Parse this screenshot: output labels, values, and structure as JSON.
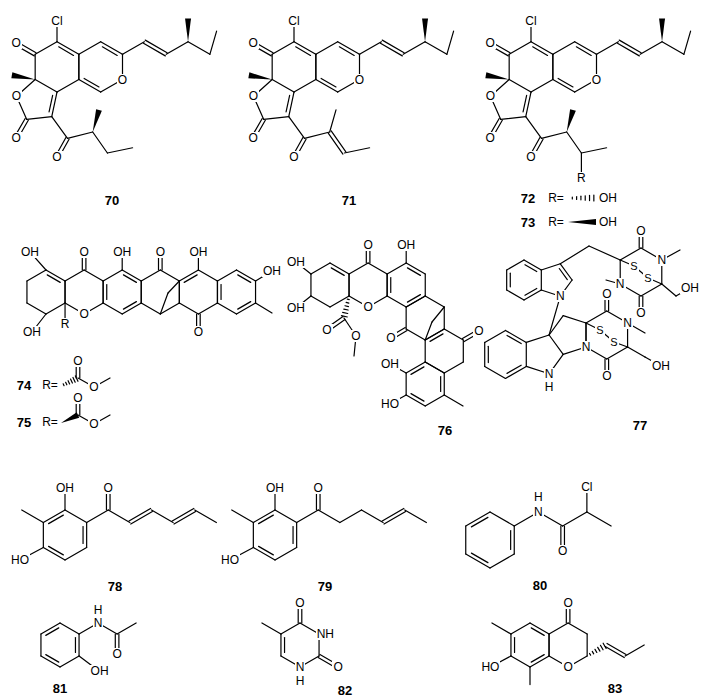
{
  "diagram": {
    "labels": [
      "Cl",
      "O",
      "O",
      "O",
      "O",
      "O",
      "70",
      "Cl",
      "O",
      "O",
      "O",
      "O",
      "O",
      "71",
      "Cl",
      "O",
      "O",
      "O",
      "O",
      "O",
      "R",
      "72",
      "R=",
      "OH",
      "73",
      "R=",
      "OH",
      "OH",
      "O",
      "OH",
      "O",
      "OH",
      "OH",
      "OH",
      "R",
      "O",
      "O",
      "74",
      "R=",
      "O",
      "O",
      "75",
      "R=",
      "O",
      "O",
      "OH",
      "O",
      "OH",
      "OH",
      "O",
      "O",
      "O",
      "O",
      "O",
      "OH",
      "HO",
      "76",
      "N",
      "O",
      "S",
      "S",
      "N",
      "N",
      "O",
      "OH",
      "O",
      "S",
      "S",
      "N",
      "N",
      "O",
      "OH",
      "N",
      "H",
      "77",
      "O",
      "OH",
      "HO",
      "78",
      "O",
      "OH",
      "HO",
      "79",
      "N",
      "H",
      "O",
      "Cl",
      "80",
      "N",
      "H",
      "O",
      "OH",
      "81",
      "O",
      "NH",
      "O",
      "N",
      "H",
      "82",
      "O",
      "HO",
      "O",
      "83"
    ]
  }
}
